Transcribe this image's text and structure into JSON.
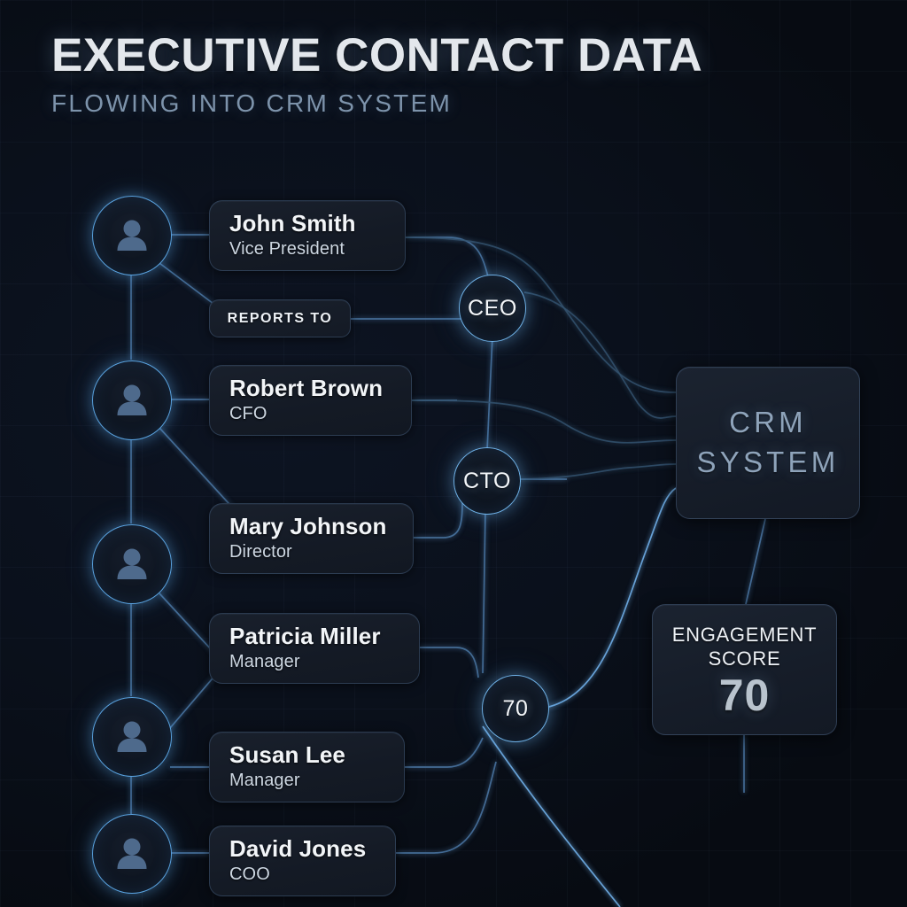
{
  "header": {
    "title": "EXECUTIVE CONTACT DATA",
    "subtitle": "FLOWING INTO CRM SYSTEM"
  },
  "contacts": [
    {
      "name": "John Smith",
      "title": "Vice President"
    },
    {
      "name": "Robert Brown",
      "title": "CFO"
    },
    {
      "name": "Mary Johnson",
      "title": "Director"
    },
    {
      "name": "Patricia Miller",
      "title": "Manager"
    },
    {
      "name": "Susan Lee",
      "title": "Manager"
    },
    {
      "name": "David Jones",
      "title": "COO"
    }
  ],
  "relationship_pill": {
    "label": "REPORTS TO"
  },
  "role_nodes": [
    {
      "label": "CEO"
    },
    {
      "label": "CTO"
    },
    {
      "label": "70"
    }
  ],
  "crm": {
    "line1": "CRM",
    "line2": "SYSTEM"
  },
  "score_panel": {
    "label_line1": "ENGAGEMENT",
    "label_line2": "SCORE",
    "value": "70"
  },
  "colors": {
    "background": "#0a101b",
    "accent": "#5aa3e0",
    "node_ring": "#6fb2e8",
    "title": "#e3e7ec",
    "subtitle": "#7d93ab",
    "card_fill": "#161c28",
    "card_border": "#3d5878",
    "crm_text": "#8ea3ba",
    "score_value": "#b9c3cd"
  }
}
